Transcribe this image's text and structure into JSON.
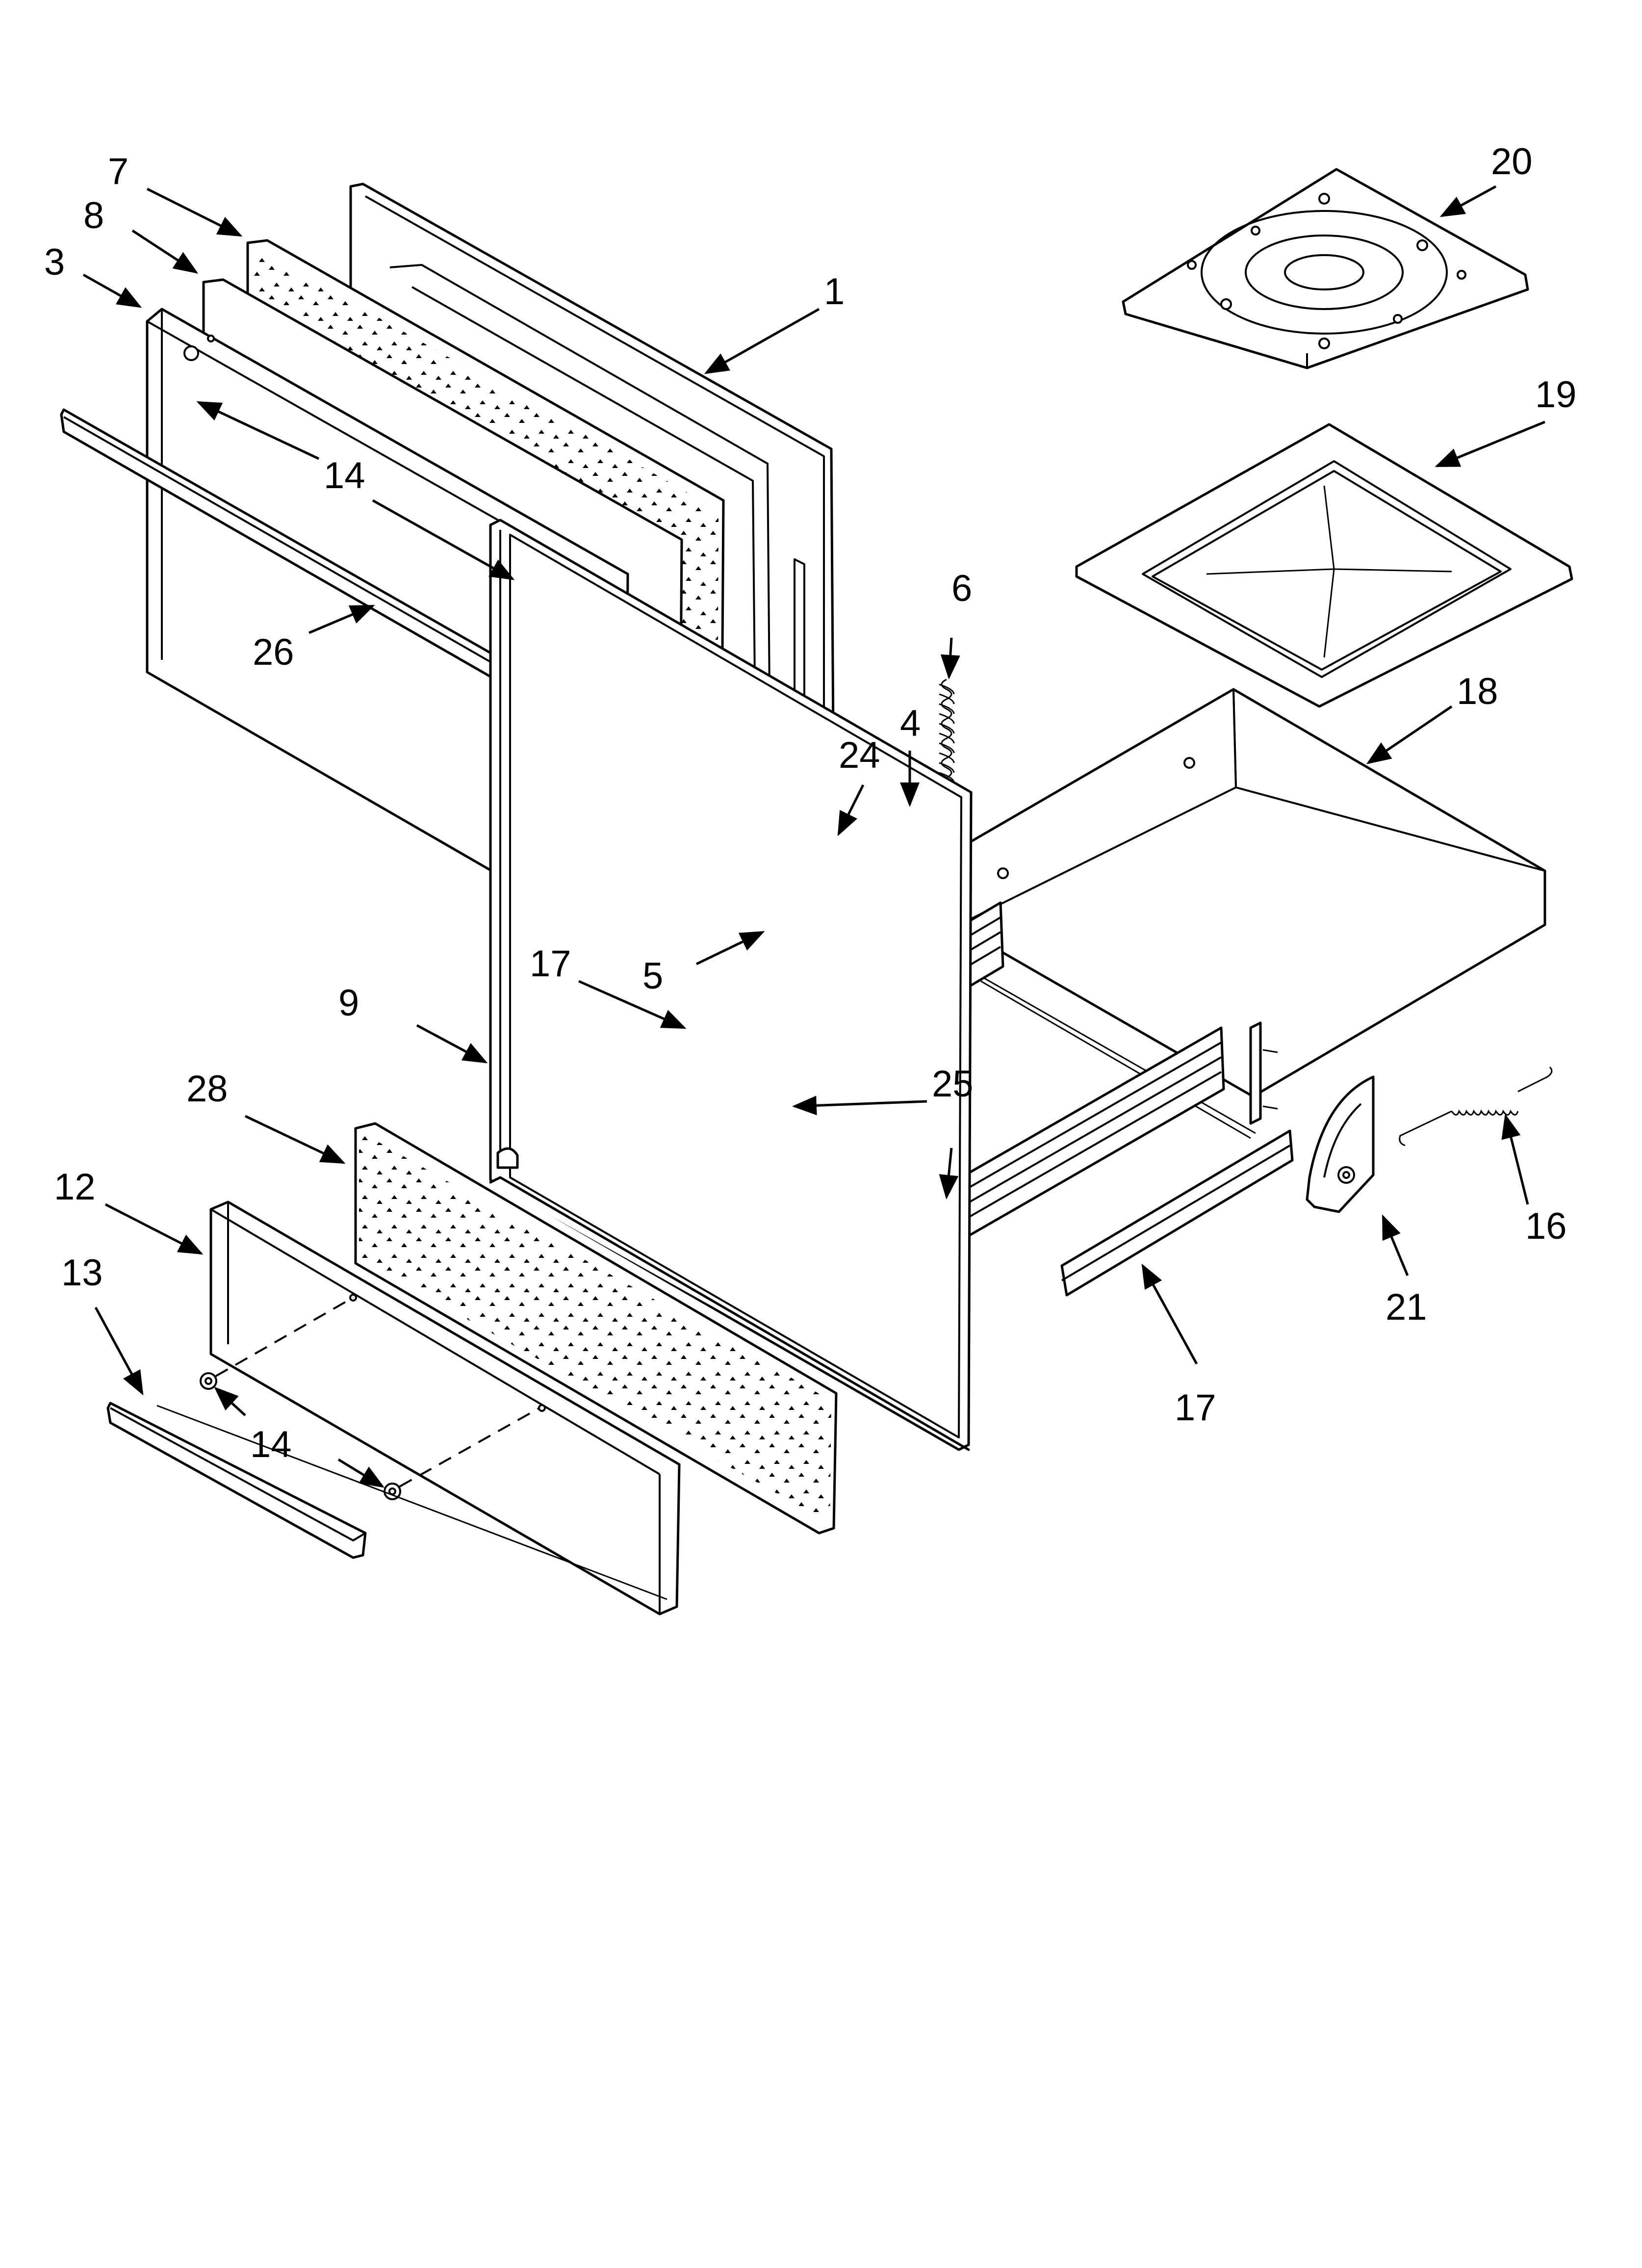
{
  "callouts": [
    {
      "id": "c1",
      "text": "1"
    },
    {
      "id": "c3",
      "text": "3"
    },
    {
      "id": "c4",
      "text": "4"
    },
    {
      "id": "c5",
      "text": "5"
    },
    {
      "id": "c6",
      "text": "6"
    },
    {
      "id": "c7",
      "text": "7"
    },
    {
      "id": "c8",
      "text": "8"
    },
    {
      "id": "c9",
      "text": "9"
    },
    {
      "id": "c12",
      "text": "12"
    },
    {
      "id": "c13",
      "text": "13"
    },
    {
      "id": "c14a",
      "text": "14"
    },
    {
      "id": "c14b",
      "text": "14"
    },
    {
      "id": "c16",
      "text": "16"
    },
    {
      "id": "c17a",
      "text": "17"
    },
    {
      "id": "c17b",
      "text": "17"
    },
    {
      "id": "c18",
      "text": "18"
    },
    {
      "id": "c19",
      "text": "19"
    },
    {
      "id": "c20",
      "text": "20"
    },
    {
      "id": "c21",
      "text": "21"
    },
    {
      "id": "c24",
      "text": "24"
    },
    {
      "id": "c25",
      "text": "25"
    },
    {
      "id": "c26",
      "text": "26"
    },
    {
      "id": "c28",
      "text": "28"
    }
  ],
  "colors": {
    "line": "#000000",
    "background": "#ffffff"
  }
}
